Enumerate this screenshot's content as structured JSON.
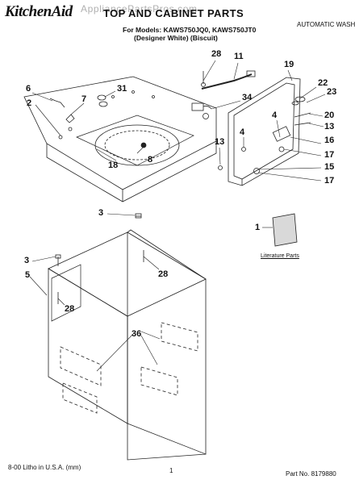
{
  "header": {
    "brand": "KitchenAid",
    "title": "TOP AND CABINET PARTS",
    "watermark": "AppliancePartsPros.com",
    "model_line": "For Models: KAWS750JQ0, KAWS750JT0",
    "variant_line": "(Designer White)    (Biscuit)",
    "product_type": "AUTOMATIC WASHER"
  },
  "callouts": [
    {
      "id": "c-28a",
      "text": "28"
    },
    {
      "id": "c-11",
      "text": "11"
    },
    {
      "id": "c-19",
      "text": "19"
    },
    {
      "id": "c-6",
      "text": "6"
    },
    {
      "id": "c-31",
      "text": "31"
    },
    {
      "id": "c-7",
      "text": "7"
    },
    {
      "id": "c-2",
      "text": "2"
    },
    {
      "id": "c-34",
      "text": "34"
    },
    {
      "id": "c-22",
      "text": "22"
    },
    {
      "id": "c-23",
      "text": "23"
    },
    {
      "id": "c-20",
      "text": "20"
    },
    {
      "id": "c-13a",
      "text": "13"
    },
    {
      "id": "c-4a",
      "text": "4"
    },
    {
      "id": "c-16",
      "text": "16"
    },
    {
      "id": "c-17a",
      "text": "17"
    },
    {
      "id": "c-13b",
      "text": "13"
    },
    {
      "id": "c-4b",
      "text": "4"
    },
    {
      "id": "c-8",
      "text": "8"
    },
    {
      "id": "c-18",
      "text": "18"
    },
    {
      "id": "c-15",
      "text": "15"
    },
    {
      "id": "c-17b",
      "text": "17"
    },
    {
      "id": "c-3a",
      "text": "3"
    },
    {
      "id": "c-1",
      "text": "1"
    },
    {
      "id": "c-3b",
      "text": "3"
    },
    {
      "id": "c-28b",
      "text": "28"
    },
    {
      "id": "c-5",
      "text": "5"
    },
    {
      "id": "c-28c",
      "text": "28"
    },
    {
      "id": "c-36",
      "text": "36"
    }
  ],
  "literature_label": "Literature Parts",
  "footer": {
    "litho": "8-00 Litho in U.S.A. (mm)",
    "page_number": "1",
    "part_no": "Part No. 8179880"
  }
}
